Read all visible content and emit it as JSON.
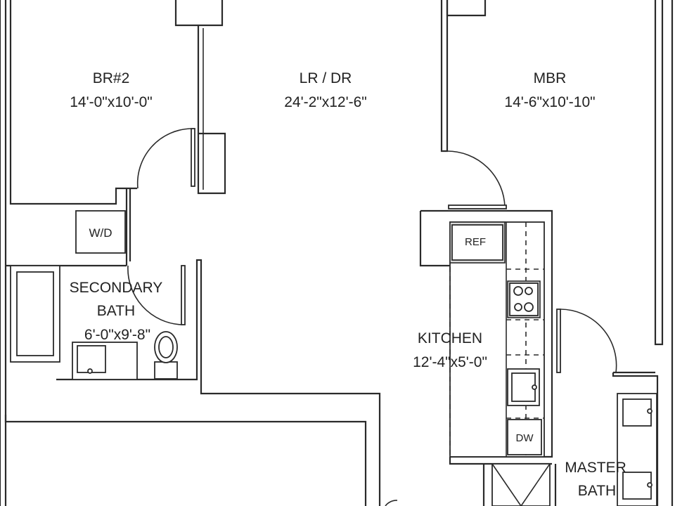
{
  "rooms": {
    "br2": {
      "name": "BR#2",
      "dims": "14'-0\"x10'-0\""
    },
    "lrdr": {
      "name": "LR / DR",
      "dims": "24'-2\"x12'-6\""
    },
    "mbr": {
      "name": "MBR",
      "dims": "14'-6\"x10'-10\""
    },
    "secondary_bath": {
      "name_line1": "SECONDARY",
      "name_line2": "BATH",
      "dims": "6'-0\"x9'-8\""
    },
    "kitchen": {
      "name": "KITCHEN",
      "dims": "12'-4\"x5'-0\""
    },
    "master_bath": {
      "name_line1": "MASTER",
      "name_line2": "BATH"
    }
  },
  "fixtures": {
    "washer_dryer": "W/D",
    "refrigerator": "REF",
    "dishwasher": "DW"
  }
}
